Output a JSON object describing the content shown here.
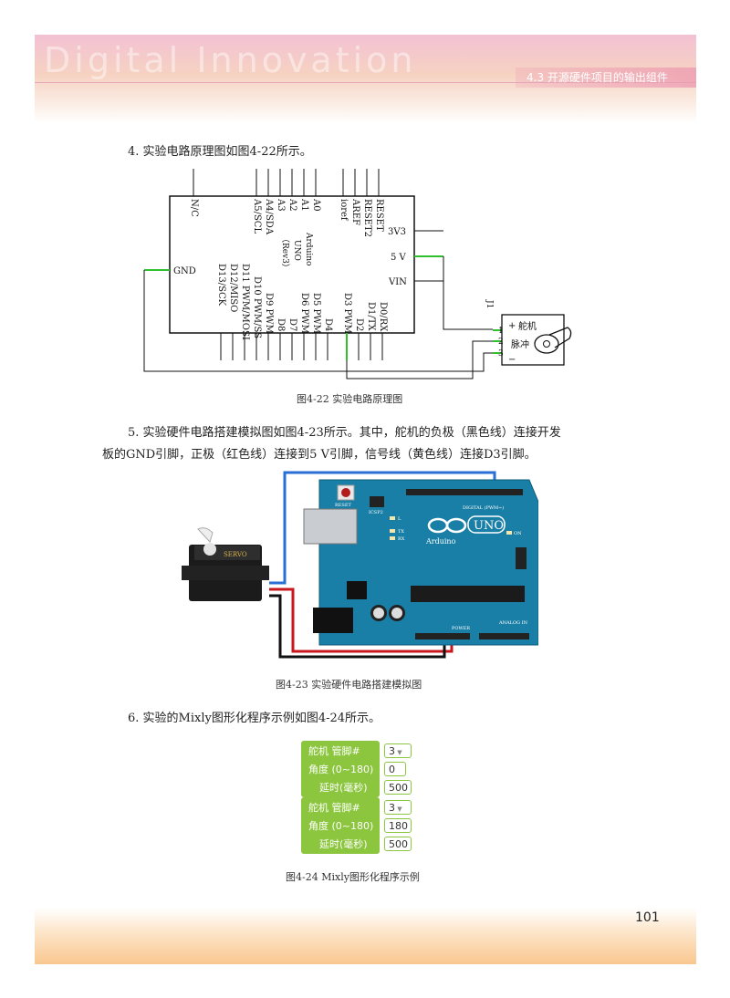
{
  "header": {
    "section": "4.3   开源硬件项目的输出组件",
    "watermark": "Digital Innovation"
  },
  "page_number": "101",
  "paragraphs": {
    "p4": "4.  实验电路原理图如图4-22所示。",
    "p5_line1": "5.  实验硬件电路搭建模拟图如图4-23所示。其中，舵机的负极（黑色线）连接开发",
    "p5_line2": "板的GND引脚，正极（红色线）连接到5 V引脚，信号线（黄色线）连接D3引脚。",
    "p6": "6.  实验的Mixly图形化程序示例如图4-24所示。"
  },
  "figures": {
    "fig22": {
      "caption": "图4-22    实验电路原理图",
      "board_labels": [
        "Arduino",
        "UNO",
        "（Rev3）"
      ],
      "top_pins": [
        "N/C",
        "A5/SCL",
        "A4/SDA",
        "A3",
        "A2",
        "A1",
        "A0",
        "ioref",
        "AREF",
        "RESET2",
        "RESET"
      ],
      "bottom_pins": [
        "D13/SCK",
        "D12/MISO",
        "D11 PWM/MOSI",
        "D10 PWM/SS",
        "D9 PWM",
        "D8",
        "D7",
        "D6 PWM",
        "D5 PWM",
        "D4",
        "D3 PWM",
        "D2",
        "D1/TX",
        "D0/RX"
      ],
      "right_pins": [
        "3V3",
        "5 V",
        "VIN"
      ],
      "left_pin": "GND",
      "servo_ref": "J1",
      "servo_labels": [
        "舵机",
        "脉冲"
      ],
      "servo_pins": [
        "1",
        "2",
        "3"
      ],
      "servo_signs": [
        "+",
        "−"
      ]
    },
    "fig23": {
      "caption": "图4-23    实验硬件电路搭建模拟图",
      "uno_label": "UNO",
      "brand": "Arduino",
      "servo_brand": "SERVO",
      "reset_label": "RESET",
      "icsp_label": "ICSP2",
      "on_label": "ON",
      "power_label": "POWER",
      "analog_label": "ANALOG IN",
      "digital_label": "DIGITAL (PWM~)",
      "led_labels": [
        "L",
        "TX",
        "RX"
      ]
    },
    "fig24": {
      "caption": "图4-24    Mixly图形化程序示例",
      "groups": [
        {
          "servo": "舵机  管脚#",
          "pin": "3",
          "angle_label": "角度 (0~180)",
          "angle": "0",
          "delay_label": "延时(毫秒)",
          "delay": "500"
        },
        {
          "servo": "舵机  管脚#",
          "pin": "3",
          "angle_label": "角度 (0~180)",
          "angle": "180",
          "delay_label": "延时(毫秒)",
          "delay": "500"
        }
      ]
    }
  },
  "colors": {
    "block_green": "#8cc63f",
    "board_blue": "#1a7fa6",
    "wire_red": "#c8171e",
    "wire_blue": "#2a6fd6",
    "schematic_green": "#2fbf2f"
  }
}
